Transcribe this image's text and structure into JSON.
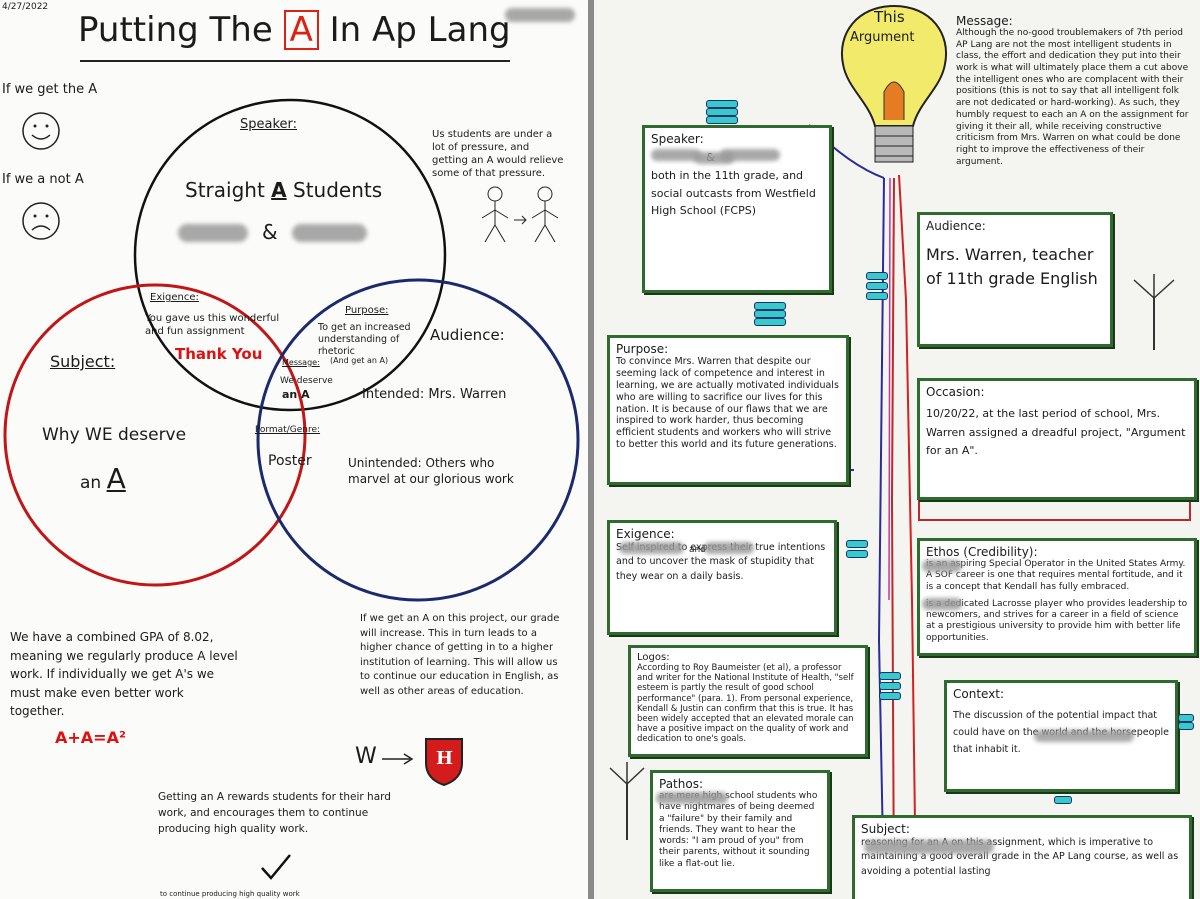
{
  "left": {
    "date": "4/27/2022",
    "title_pre": "Putting The",
    "title_letter": "A",
    "title_post": "In Ap Lang",
    "face_happy_label": "If we get the A",
    "face_sad_label": "If we a not A",
    "speaker": {
      "heading": "Speaker:",
      "line1": "Straight",
      "letter": "A",
      "line2": "Students",
      "amp": "&"
    },
    "pressure_note": "Us students are under a lot of pressure, and getting an A would relieve some of that pressure.",
    "exigence": {
      "heading": "Exigence:",
      "text": "You gave us this wonderful and fun assignment",
      "thanks": "Thank You"
    },
    "purpose": {
      "heading": "Purpose:",
      "text": "To get an increased understanding of rhetoric",
      "aside": "(And get an A)"
    },
    "message": {
      "heading": "Message:",
      "text": "We deserve",
      "letter": "an A"
    },
    "subject": {
      "heading": "Subject:",
      "line1": "Why WE deserve",
      "line2": "an",
      "letter": "A"
    },
    "audience": {
      "heading": "Audience:",
      "intended": "Intended: Mrs. Warren",
      "unintended": "Unintended: Others who marvel at our glorious work"
    },
    "format": {
      "heading": "Format/Genre:",
      "text": "Poster"
    },
    "gpa_note": "We have a combined GPA of 8.02, meaning we regularly produce A level work. If individually we get A's we must make even better work together.",
    "formula": "A+A=A²",
    "grade_note": "If we get an A on this project, our grade will increase. This in turn leads to a higher chance of getting in to a higher institution of learning. This will allow us to continue our education in English, as well as other areas of education.",
    "w_label": "W",
    "shield_letter": "H",
    "reward_note": "Getting an A rewards students for their hard work, and encourages them to continue producing high quality work.",
    "bottom_note": "to continue producing high quality work"
  },
  "right": {
    "bulb_title": "This",
    "bulb_sub": "Argument",
    "message": {
      "label": "Message:",
      "text": "Although the no-good troublemakers of 7th period AP Lang are not the most intelligent students in class, the effort and dedication they put into their work is what will ultimately place them a cut above the intelligent ones who are complacent with their positions (this is not to say that all intelligent folk are not dedicated or hard-working). As such, they humbly request to each an A on the assignment for giving it their all, while receiving constructive criticism from Mrs. Warren on what could be done right to improve the effectiveness of their argument."
    },
    "speaker": {
      "label": "Speaker:",
      "text": "both in the 11th grade, and social outcasts from Westfield High School (FCPS)",
      "amp": "&"
    },
    "audience": {
      "label": "Audience:",
      "text": "Mrs. Warren, teacher of 11th grade English"
    },
    "purpose": {
      "label": "Purpose:",
      "text": "To convince Mrs. Warren that despite our seeming lack of competence and interest in learning, we are actually motivated individuals who are willing to sacrifice our lives for this nation. It is because of our flaws that we are inspired to work harder, thus becoming efficient students and workers who will strive to better this world and its future generations."
    },
    "occasion": {
      "label": "Occasion:",
      "text": "10/20/22, at the last period of school, Mrs. Warren assigned a dreadful project, \"Argument for an A\"."
    },
    "exigence": {
      "label": "Exigence:",
      "text": "Self inspired to express their true intentions and to uncover the mask of stupidity that they wear on a daily basis.",
      "amp": "and"
    },
    "ethos": {
      "label": "Ethos (Credibility):",
      "text1": "is an aspiring Special Operator in the United States Army. A SOF career is one that requires mental fortitude, and it is a concept that Kendall has fully embraced.",
      "text2": "is a dedicated Lacrosse player who provides leadership to newcomers, and strives for a career in a field of science at a prestigious university to provide him with better life opportunities."
    },
    "logos": {
      "label": "Logos:",
      "text": "According to Roy Baumeister (et al), a professor and writer for the National Institute of Health, \"self esteem is partly the result of good school performance\" (para. 1). From personal experience, Kendall & Justin can confirm that this is true. It has been widely accepted that an elevated morale can have a positive impact on the quality of work and dedication to one's goals."
    },
    "context": {
      "label": "Context:",
      "text": "The discussion of the potential impact that could have on the world and the horsepeople that inhabit it."
    },
    "pathos": {
      "label": "Pathos:",
      "text": "are mere high school students who have nightmares of being deemed a \"failure\" by their family and friends. They want to hear the words: \"I am proud of you\" from their parents, without it sounding like a flat-out lie."
    },
    "subject": {
      "label": "Subject:",
      "text": "reasoning for an A on this assignment, which is imperative to maintaining a good overall grade in the AP Lang course, as well as avoiding a potential lasting"
    }
  }
}
